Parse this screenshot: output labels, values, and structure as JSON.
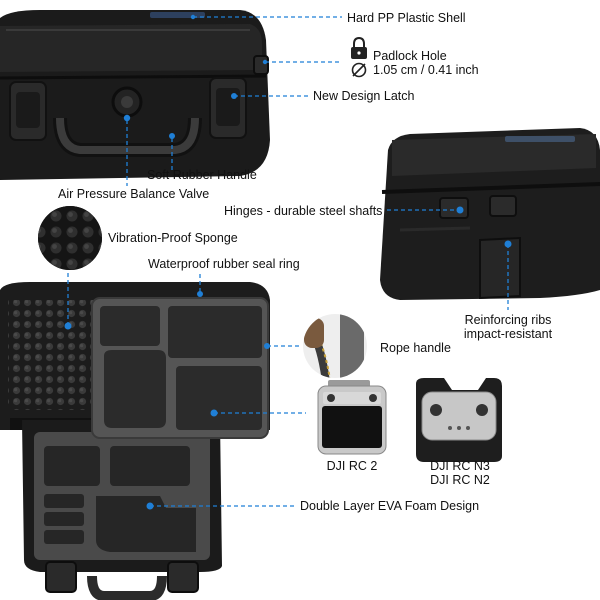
{
  "accent_color": "#1f7fd6",
  "callouts": {
    "shell": "Hard PP Plastic Shell",
    "padlock_title": "Padlock Hole",
    "padlock_size": "1.05 cm / 0.41 inch",
    "latch": "New Design Latch",
    "handle": "Soft Rubber Handle",
    "valve": "Air Pressure Balance Valve",
    "hinges": "Hinges - durable steel shafts",
    "sponge": "Vibration-Proof Sponge",
    "seal": "Waterproof rubber seal ring",
    "ribs_line1": "Reinforcing ribs",
    "ribs_line2": "impact-resistant",
    "rope": "Rope handle",
    "rc2": "DJI RC 2",
    "rcn3": "DJI RC N3",
    "rcn2": "DJI RC N2",
    "foam": "Double Layer EVA Foam Design"
  },
  "icons": [
    "padlock-icon",
    "diameter-icon"
  ]
}
